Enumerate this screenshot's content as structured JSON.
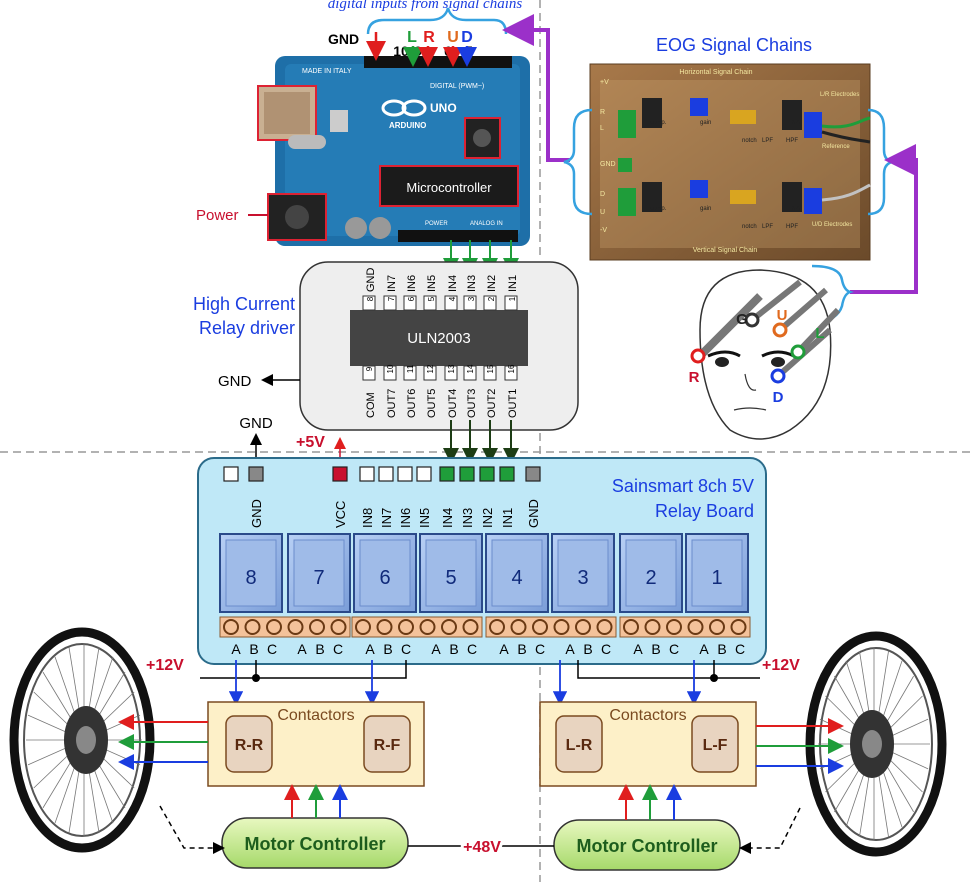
{
  "title": "digital inputs from signal chains",
  "arduino": {
    "gnd": "GND",
    "pins": [
      "10",
      "9",
      "6",
      "5"
    ],
    "letters": [
      "L",
      "R",
      "U",
      "D"
    ],
    "made_in": "MADE IN ITALY",
    "brand": "ARDUINO",
    "model": "UNO",
    "digital": "DIGITAL (PWM~)",
    "power_hdr": "POWER",
    "analog_hdr": "ANALOG IN",
    "mcu": "Microcontroller",
    "power_label": "Power"
  },
  "eog": {
    "title": "EOG Signal Chains",
    "h_chain": "Horizontal Signal Chain",
    "v_chain": "Vertical Signal Chain",
    "left_labels": [
      "+V",
      "R",
      "L",
      "GND",
      "D",
      "U",
      "-V"
    ],
    "lr_elec": "L/R Electrodes",
    "ref": "Reference",
    "ud_elec": "U/D Electrodes",
    "stage": [
      "comp.",
      "gain",
      "notch",
      "LPF",
      "HPF",
      "INA"
    ]
  },
  "head": {
    "labels": [
      "G",
      "U",
      "L",
      "R",
      "D"
    ]
  },
  "uln": {
    "label1": "High Current",
    "label2": "Relay driver",
    "chip": "ULN2003",
    "gnd": "GND",
    "top_pins": [
      "GND",
      "IN7",
      "IN6",
      "IN5",
      "IN4",
      "IN3",
      "IN2",
      "IN1"
    ],
    "top_nums": [
      "8",
      "7",
      "6",
      "5",
      "4",
      "3",
      "2",
      "1"
    ],
    "bot_pins": [
      "COM",
      "OUT7",
      "OUT6",
      "OUT5",
      "OUT4",
      "OUT3",
      "OUT2",
      "OUT1"
    ],
    "bot_nums": [
      "9",
      "10",
      "11",
      "12",
      "13",
      "14",
      "15",
      "16"
    ]
  },
  "relay": {
    "gnd_top": "GND",
    "plus5": "+5V",
    "title1": "Sainsmart 8ch 5V",
    "title2": "Relay Board",
    "header": [
      "GND",
      "VCC",
      "IN8",
      "IN7",
      "IN6",
      "IN5",
      "IN4",
      "IN3",
      "IN2",
      "IN1",
      "GND"
    ],
    "relays": [
      "8",
      "7",
      "6",
      "5",
      "4",
      "3",
      "2",
      "1"
    ],
    "abc": [
      "A",
      "B",
      "C"
    ]
  },
  "power": {
    "plus12": "+12V",
    "plus48": "+48V"
  },
  "contactors": {
    "title": "Contactors",
    "left": [
      "R-R",
      "R-F"
    ],
    "right": [
      "L-R",
      "L-F"
    ]
  },
  "motor": {
    "label": "Motor Controller"
  }
}
